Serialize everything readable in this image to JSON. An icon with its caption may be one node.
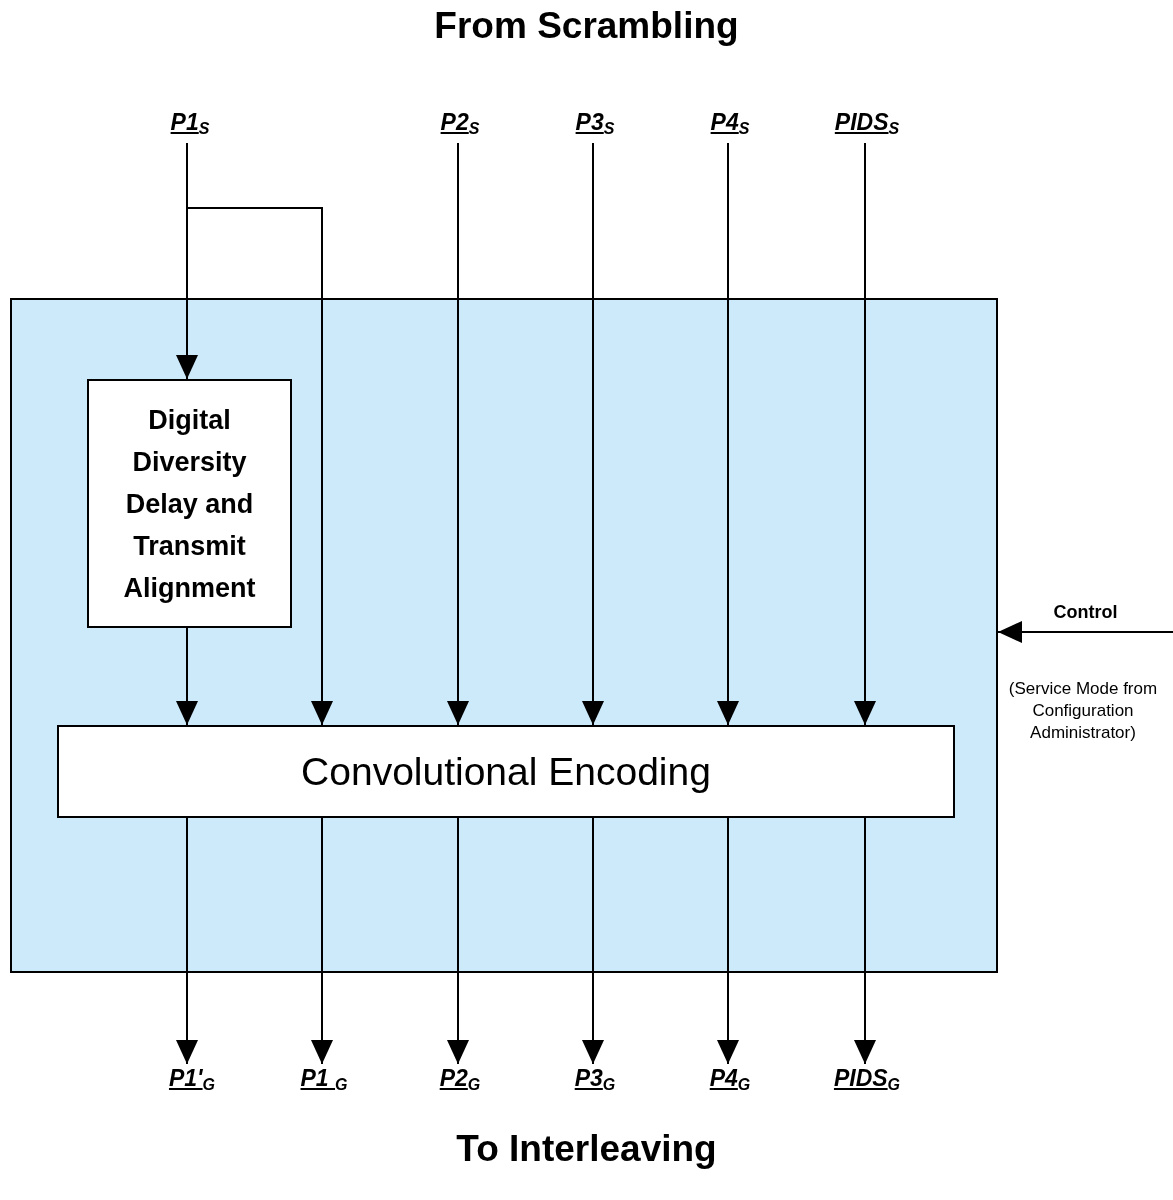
{
  "diagram": {
    "title": "From Scrambling",
    "caption": "To Interleaving",
    "nodes": [
      {
        "text": [],
        "shape": "box"
      },
      {
        "text": [
          "Digital Diversity Delay and Transmit Alignment"
        ],
        "in": 0
      },
      {
        "text": [
          "Convolutional Encoding"
        ],
        "in": 0
      },
      {
        "text": [
          "P1$_{S}$"
        ]
      },
      {
        "text": [
          "P2$_{S}$"
        ]
      },
      {
        "text": [
          "P3$_{S}$"
        ]
      },
      {
        "text": [
          "P4$_{S}$"
        ]
      },
      {
        "text": [
          "PIDS$_{S}$"
        ]
      },
      {
        "text": [
          "P1'$_{G}$"
        ]
      },
      {
        "text": [
          "P1 $_{G}$"
        ]
      },
      {
        "text": [
          "P2$_{G}$"
        ]
      },
      {
        "text": [
          "P3$_{G}$"
        ]
      },
      {
        "text": [
          "P4$_{G}$"
        ]
      },
      {
        "text": [
          "PIDS$_{G}$"
        ]
      }
    ],
    "edges": [
      {
        "from": 3,
        "to": 1,
        "arrow": "to"
      },
      {
        "from": 3,
        "to": 2,
        "arrow": "to"
      },
      {
        "from": 1,
        "to": 2,
        "arrow": "to"
      },
      {
        "from": 4,
        "to": 2,
        "arrow": "to"
      },
      {
        "from": 5,
        "to": 2,
        "arrow": "to"
      },
      {
        "from": 6,
        "to": 2,
        "arrow": "to"
      },
      {
        "from": 7,
        "to": 2,
        "arrow": "to"
      },
      {
        "from": 2,
        "to": 8,
        "arrow": "to"
      },
      {
        "from": 2,
        "to": 9,
        "arrow": "to"
      },
      {
        "from": 2,
        "to": 10,
        "arrow": "to"
      },
      {
        "from": 2,
        "to": 11,
        "arrow": "to"
      },
      {
        "from": 2,
        "to": 12,
        "arrow": "to"
      },
      {
        "from": 2,
        "to": 13,
        "arrow": "to"
      },
      {
        "from": null,
        "to": 0,
        "arrow": "to",
        "label": "Control"
      }
    ],
    "labels": [
      "(Service Mode from Configuration Administrator)"
    ]
  }
}
